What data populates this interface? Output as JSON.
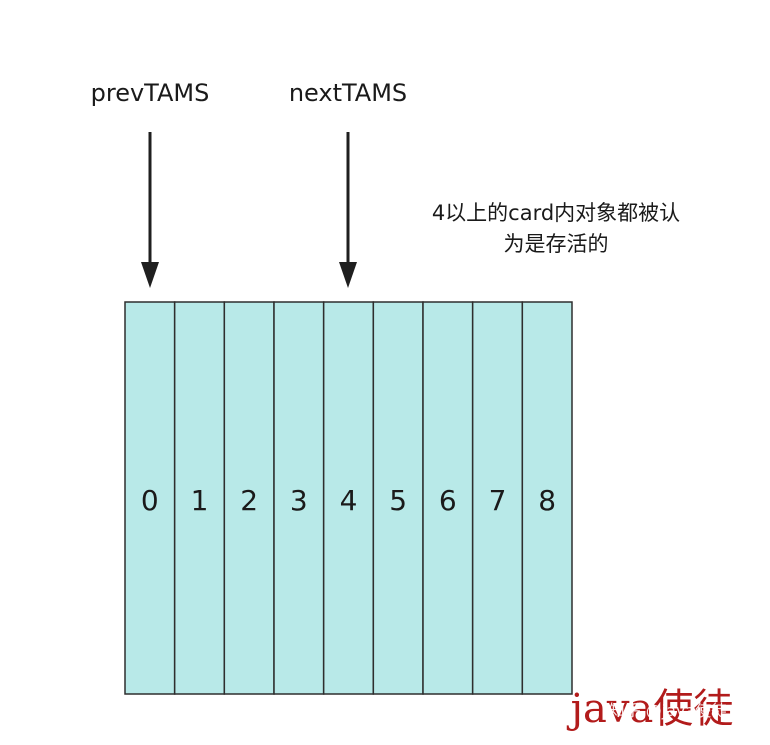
{
  "pointers": [
    {
      "label": "prevTAMS",
      "target_cell": 0
    },
    {
      "label": "nextTAMS",
      "target_cell": 4
    }
  ],
  "note": {
    "line1": "4以上的card内对象都被认",
    "line2": "为是存活的"
  },
  "cells": [
    "0",
    "1",
    "2",
    "3",
    "4",
    "5",
    "6",
    "7",
    "8"
  ],
  "colors": {
    "cell_fill": "#b8e9e8",
    "cell_border": "#2e2e2e",
    "arrow": "#1f1f1f",
    "watermark": "#b21b1b"
  },
  "watermark": {
    "main": "java使徒",
    "sub": "知乎 @java使徒"
  }
}
